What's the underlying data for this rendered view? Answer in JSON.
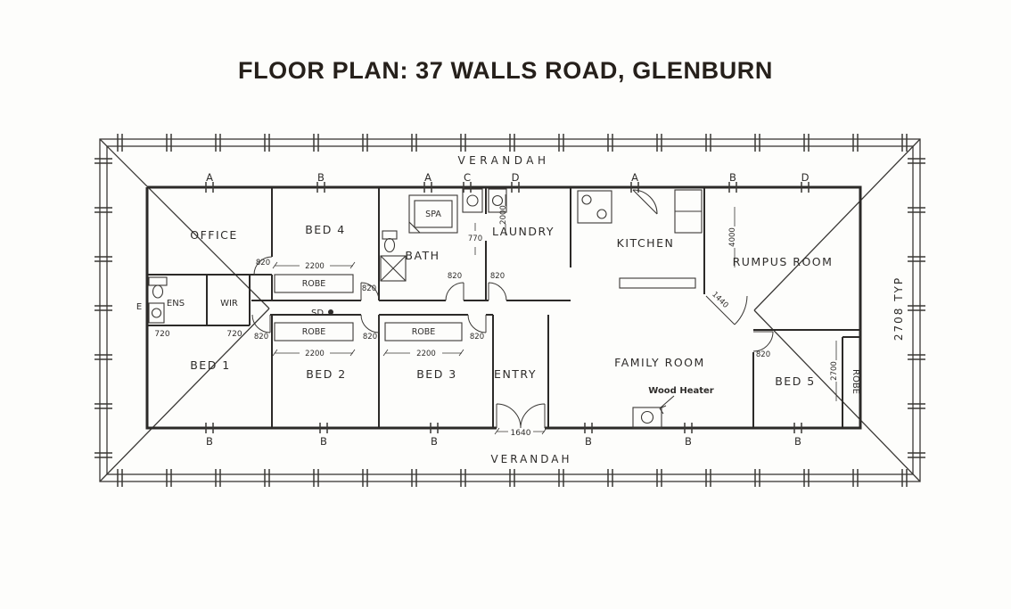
{
  "title": "FLOOR PLAN: 37 WALLS ROAD, GLENBURN",
  "plan": {
    "verandah_top": "VERANDAH",
    "verandah_bottom": "VERANDAH",
    "typ_dim": "2708 TYP"
  },
  "grid_top": [
    "A",
    "B",
    "A",
    "C",
    "D",
    "A",
    "B",
    "D"
  ],
  "grid_bottom": [
    "B",
    "B",
    "B",
    "B",
    "B",
    "B"
  ],
  "rooms": {
    "office": "OFFICE",
    "bed4": "BED 4",
    "bath": "BATH",
    "spa": "SPA",
    "laundry": "LAUNDRY",
    "kitchen": "KITCHEN",
    "rumpus": "RUMPUS ROOM",
    "ens": "ENS",
    "wir": "WIR",
    "bed1": "BED 1",
    "bed2": "BED 2",
    "bed3": "BED 3",
    "entry": "ENTRY",
    "family": "FAMILY ROOM",
    "bed5": "BED 5",
    "robe": "ROBE"
  },
  "dims": {
    "d2200": "2200",
    "d820": "820",
    "d770": "770",
    "d2000": "2000",
    "d4000": "4000",
    "d1440": "1440",
    "d2700": "2700",
    "d720": "720",
    "d1640": "1640"
  },
  "annotations": {
    "sd": "SD",
    "wood_heater": "Wood Heater",
    "e": "E"
  },
  "colors": {
    "ink": "#2e2c2a",
    "title": "#26201b",
    "background": "#fdfdfb"
  }
}
